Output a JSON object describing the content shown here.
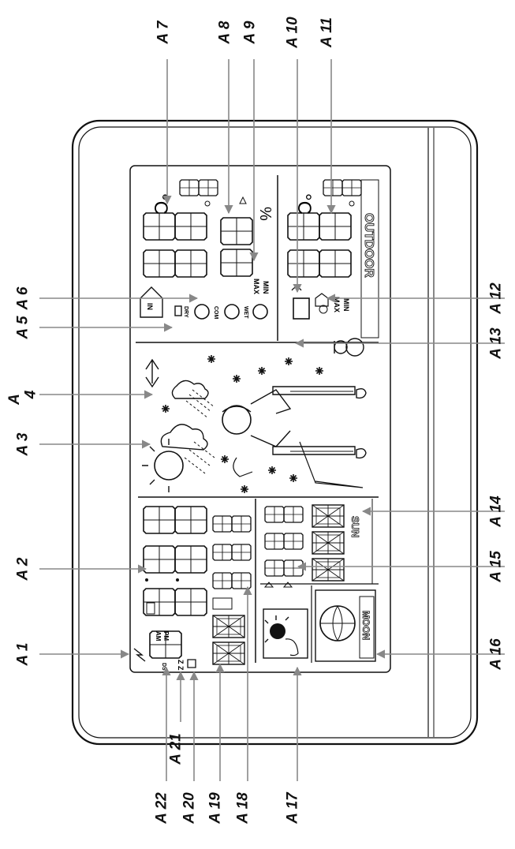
{
  "device_labels": {
    "outdoor": "OUTDOOR",
    "indoor": "IN",
    "sun": "SUN",
    "moon": "MOON",
    "max": "MAX",
    "min": "MIN",
    "dry": "DRY",
    "com": "COM",
    "wet": "WET",
    "am": "AM",
    "pm": "PM",
    "percent": "%",
    "degree_unit": "°C",
    "dst": "DST",
    "zz": "Z Z"
  },
  "callouts": {
    "a": "A",
    "a1": "A 1",
    "a2": "A 2",
    "a3": "A 3",
    "a4": "4",
    "a5": "A 5",
    "a6": "A 6",
    "a7": "A 7",
    "a8": "A 8",
    "a9": "A 9",
    "a10": "A 10",
    "a11": "A 11",
    "a12": "A 12",
    "a13": "A 13",
    "a14": "A 14",
    "a15": "A 15",
    "a16": "A 16",
    "a17": "A 17",
    "a18": "A 18",
    "a19": "A 19",
    "a20": "A 20",
    "a21": "A 21",
    "a22": "A 22"
  }
}
